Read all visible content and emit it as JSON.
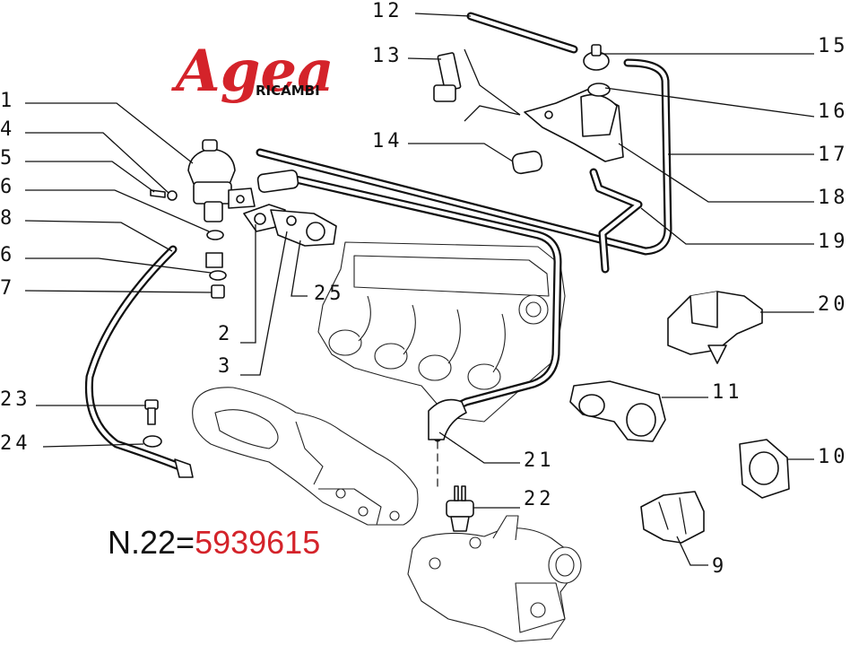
{
  "logo": {
    "brand": "Agea",
    "sub": "RICAMBI",
    "color": "#d4232a"
  },
  "note": {
    "prefix": "N.22=",
    "value": "5939615",
    "value_color": "#d4232a"
  },
  "callouts": [
    "1",
    "4",
    "5",
    "6",
    "8",
    "6",
    "7",
    "2",
    "3",
    "25",
    "23",
    "24",
    "12",
    "13",
    "14",
    "15",
    "16",
    "17",
    "18",
    "19",
    "20",
    "11",
    "10",
    "21",
    "22",
    "9"
  ]
}
